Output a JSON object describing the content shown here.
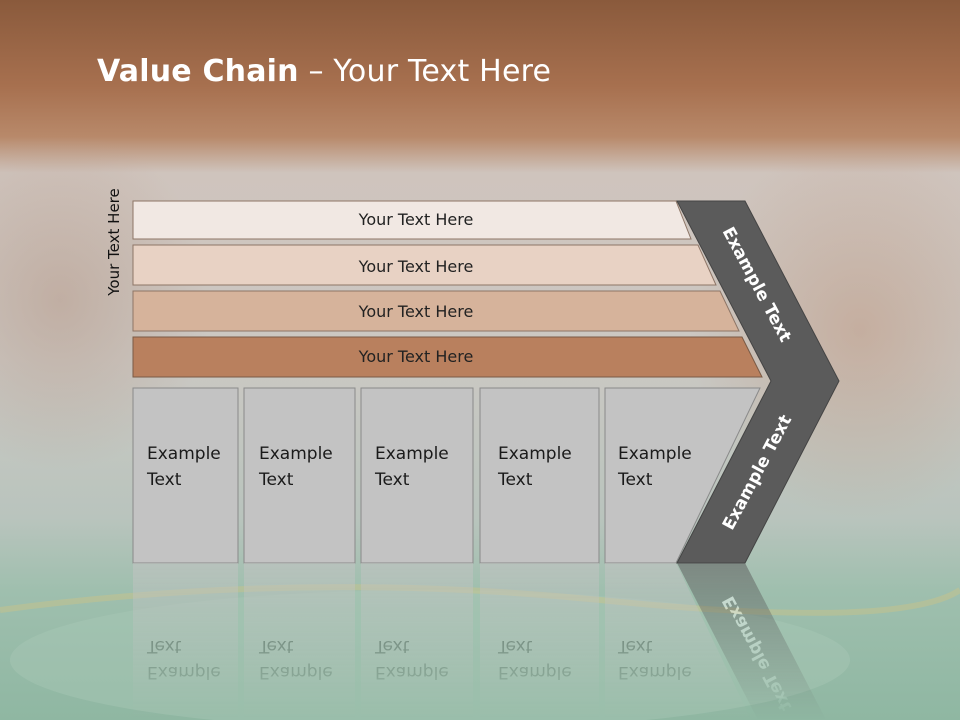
{
  "slide": {
    "title_bold": "Value Chain",
    "title_rest": " – Your Text Here",
    "side_label": "Your Text Here"
  },
  "rows": [
    {
      "label": "Your Text Here",
      "fill": "#f1e8e3"
    },
    {
      "label": "Your Text Here",
      "fill": "#e8d2c4"
    },
    {
      "label": "Your Text Here",
      "fill": "#d6b39b"
    },
    {
      "label": "Your Text Here",
      "fill": "#b9805e"
    }
  ],
  "boxes": [
    {
      "line1": "Example",
      "line2": "Text"
    },
    {
      "line1": "Example",
      "line2": "Text"
    },
    {
      "line1": "Example",
      "line2": "Text"
    },
    {
      "line1": "Example",
      "line2": "Text"
    },
    {
      "line1": "Example",
      "line2": "Text"
    }
  ],
  "chevron": {
    "upper_text": "Example Text",
    "lower_text": "Example Text",
    "fill": "#5b5b5b"
  },
  "colors": {
    "title_band": "#9a6a48",
    "box_fill": "#c3c3c3",
    "felt": "#6fa088"
  }
}
